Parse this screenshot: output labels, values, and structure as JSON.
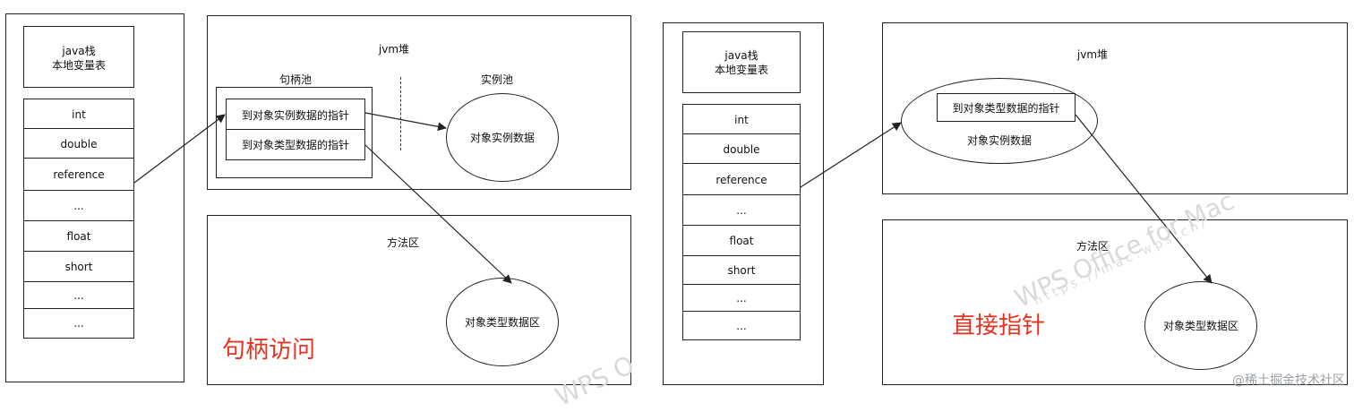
{
  "left": {
    "stack_title_line1": "java栈",
    "stack_title_line2": "本地变量表",
    "stack_cells": [
      "int",
      "double",
      "reference",
      "...",
      "float",
      "short",
      "...",
      "..."
    ],
    "heap_title": "jvm堆",
    "handle_pool_label": "句柄池",
    "instance_pool_label": "实例池",
    "handle_items": [
      "到对象实例数据的指针",
      "到对象类型数据的指针"
    ],
    "instance_data": "对象实例数据",
    "method_area_title": "方法区",
    "type_data": "对象类型数据区",
    "caption": "句柄访问"
  },
  "right": {
    "stack_title_line1": "java栈",
    "stack_title_line2": "本地变量表",
    "stack_cells": [
      "int",
      "double",
      "reference",
      "...",
      "float",
      "short",
      "...",
      "..."
    ],
    "heap_title": "jvm堆",
    "pointer_item": "到对象类型数据的指针",
    "instance_data": "对象实例数据",
    "method_area_title": "方法区",
    "type_data": "对象类型数据区",
    "caption": "直接指针"
  },
  "watermark": {
    "main": "WPS Office for Mac",
    "url": "https://mac.wps.cn/",
    "left_fragment": "WPS O"
  },
  "footer_text": "@稀土掘金技术社区"
}
